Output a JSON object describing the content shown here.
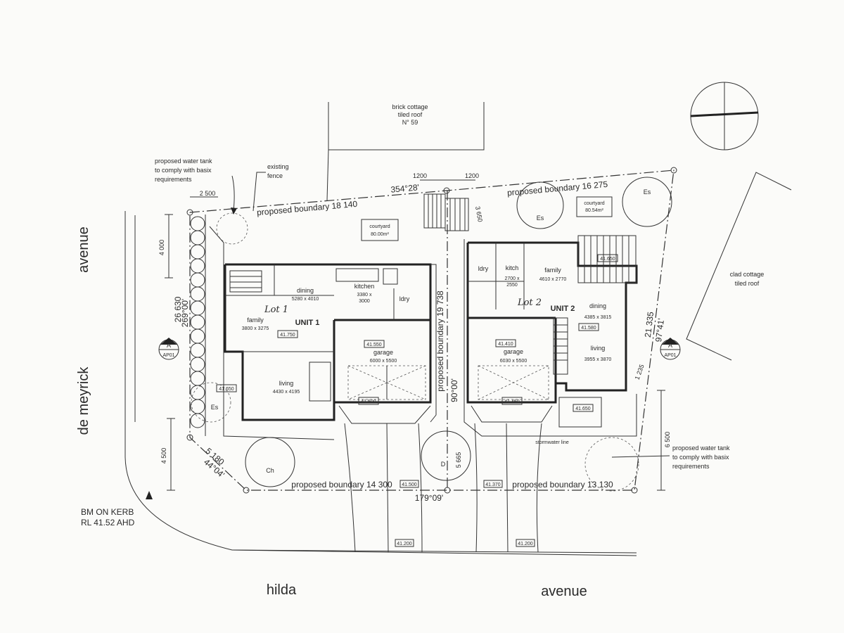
{
  "streets": {
    "left_top": "avenue",
    "left_bottom": "de meyrick",
    "bottom_left": "hilda",
    "bottom_right": "avenue"
  },
  "neighbours": {
    "north_lines": [
      "brick cottage",
      "tiled roof",
      "N° 59"
    ],
    "east_lines": [
      "clad cottage",
      "tiled roof"
    ]
  },
  "notes": {
    "water_tank_left": [
      "proposed water tank",
      "to comply with basix",
      "requirements"
    ],
    "water_tank_right": [
      "proposed water tank",
      "to comply with basix",
      "requirements"
    ],
    "existing_fence": [
      "existing",
      "fence"
    ],
    "benchmark": [
      "BM ON KERB",
      "RL 41.52 AHD"
    ],
    "stormwater": "stormwater line"
  },
  "boundaries": {
    "north_left": "proposed boundary  18 140",
    "north_right": "proposed boundary  16 275",
    "south_left": "proposed boundary  14 300",
    "south_right": "proposed boundary  13 130",
    "middle": "proposed boundary  19 738",
    "east": "21 335",
    "east_bearing": "97°41'",
    "west": "26 630",
    "west_bearing": "269°00'",
    "north_bearing": "354°28'",
    "south_bearing": "179°09'",
    "middle_bearing": "90°00'",
    "sw_diag": "5 180",
    "sw_bearing": "44°04'"
  },
  "dimensions": {
    "setback_2500": "2 500",
    "left_4000": "4 000",
    "left_4500": "4 500",
    "top_1200_a": "1200",
    "top_1200_b": "1200",
    "d_3650": "3 650",
    "d_5665": "5 665",
    "right_6500": "6 500",
    "right_1235": "1 235"
  },
  "courtyards": {
    "left": [
      "courtyard",
      "80.00m²"
    ],
    "right": [
      "courtyard",
      "80.54m²"
    ]
  },
  "unit1": {
    "title": "UNIT 1",
    "lot": "Lot 1",
    "rooms": {
      "dining": [
        "dining",
        "5280 x 4010"
      ],
      "kitchen": [
        "kitchen",
        "3380 x",
        "3000"
      ],
      "ldry": "ldry",
      "family": [
        "family",
        "3800 x 3275"
      ],
      "garage": [
        "garage",
        "6000 x 5500"
      ],
      "living": [
        "living",
        "4430 x 4195"
      ]
    },
    "levels": {
      "house": "41.750",
      "garage": "41.550",
      "porch": "41.650",
      "garage_front": "41.500"
    }
  },
  "unit2": {
    "title": "UNIT 2",
    "lot": "Lot 2",
    "rooms": {
      "ldry": "ldry",
      "kitch": [
        "kitch",
        "2700 x",
        "2550"
      ],
      "family": [
        "family",
        "4610 x 2770"
      ],
      "dining": [
        "dining",
        "4385 x 3815"
      ],
      "living": [
        "living",
        "3955 x 3870"
      ],
      "garage": [
        "garage",
        "6030 x 5500"
      ]
    },
    "levels": {
      "court": "41.650",
      "house": "41.580",
      "garage": "41.410",
      "porch": "41.650",
      "garage_front": "41.450"
    }
  },
  "kerb_levels": {
    "a": "41.500",
    "b": "41.370",
    "c": "41.200",
    "d": "41.200"
  },
  "section_markers": {
    "left": [
      "A",
      "AP01"
    ],
    "right": [
      "A",
      "AP01"
    ]
  },
  "trees": {
    "es_left": "Es",
    "es_top": "Es",
    "es_right": "Es",
    "ch": "Ch",
    "d": "D"
  }
}
